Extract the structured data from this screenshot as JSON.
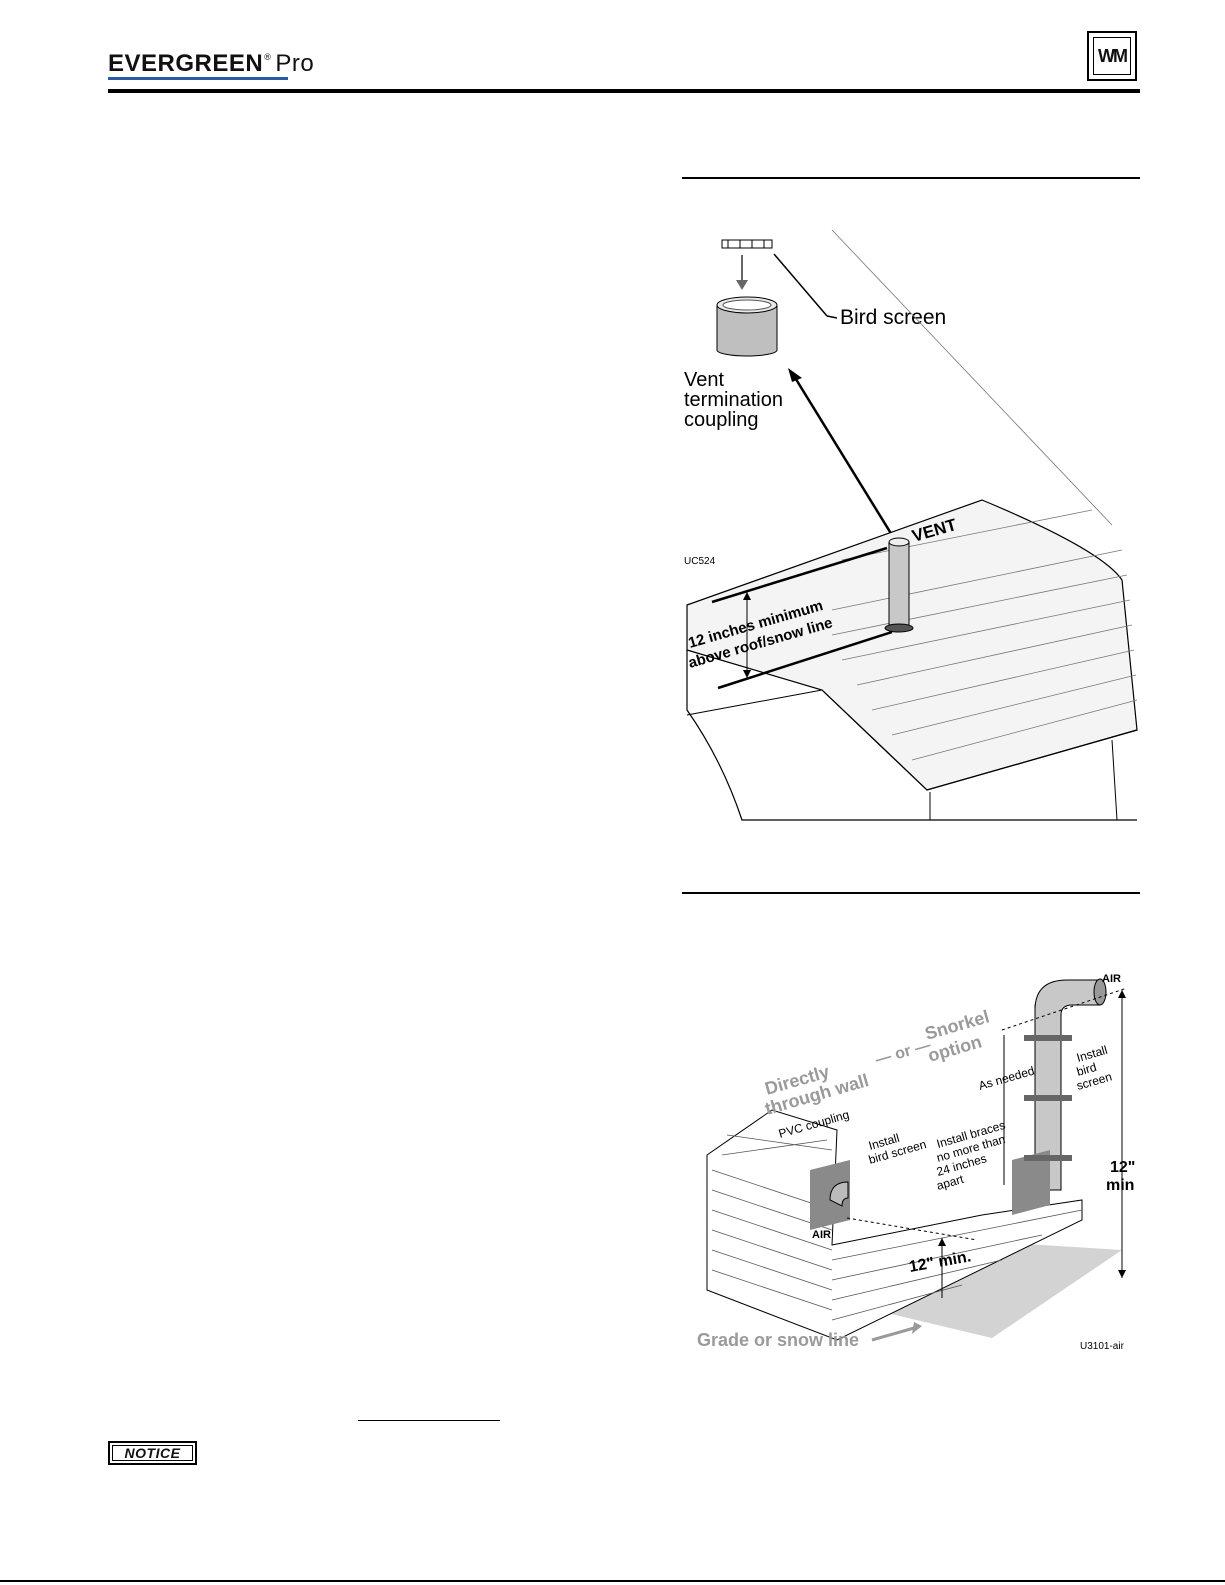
{
  "header": {
    "brand_primary": "EVERGREEN",
    "brand_reg": "®",
    "brand_secondary": "Pro",
    "logo_text": "WM"
  },
  "figure1": {
    "code": "UC524",
    "bird_screen_label": "Bird screen",
    "coupling_label_line1": "Vent",
    "coupling_label_line2": "termination",
    "coupling_label_line3": "coupling",
    "vent_label": "VENT",
    "clearance_line1": "12 inches minimum",
    "clearance_line2": "above roof/snow line"
  },
  "figure2": {
    "code": "U3101-air",
    "option_direct_line1": "Directly",
    "option_direct_line2": "through wall",
    "option_or": "— or —",
    "option_snorkel_line1": "Snorkel",
    "option_snorkel_line2": "option",
    "pvc_coupling": "PVC coupling",
    "install_bird_screen_line1": "Install",
    "install_bird_screen_line2": "bird screen",
    "air_left": "AIR",
    "air_top": "AIR",
    "as_needed": "As needed",
    "braces_line1": "Install braces",
    "braces_line2": "no more than",
    "braces_line3": "24 inches",
    "braces_line4": "apart",
    "install_line1": "Install",
    "install_line2": "bird",
    "install_line3": "screen",
    "min_left": "12\" min.",
    "min_right_line1": "12\"",
    "min_right_line2": "min",
    "grade_label": "Grade or snow line"
  },
  "notice_label": "NOTICE"
}
